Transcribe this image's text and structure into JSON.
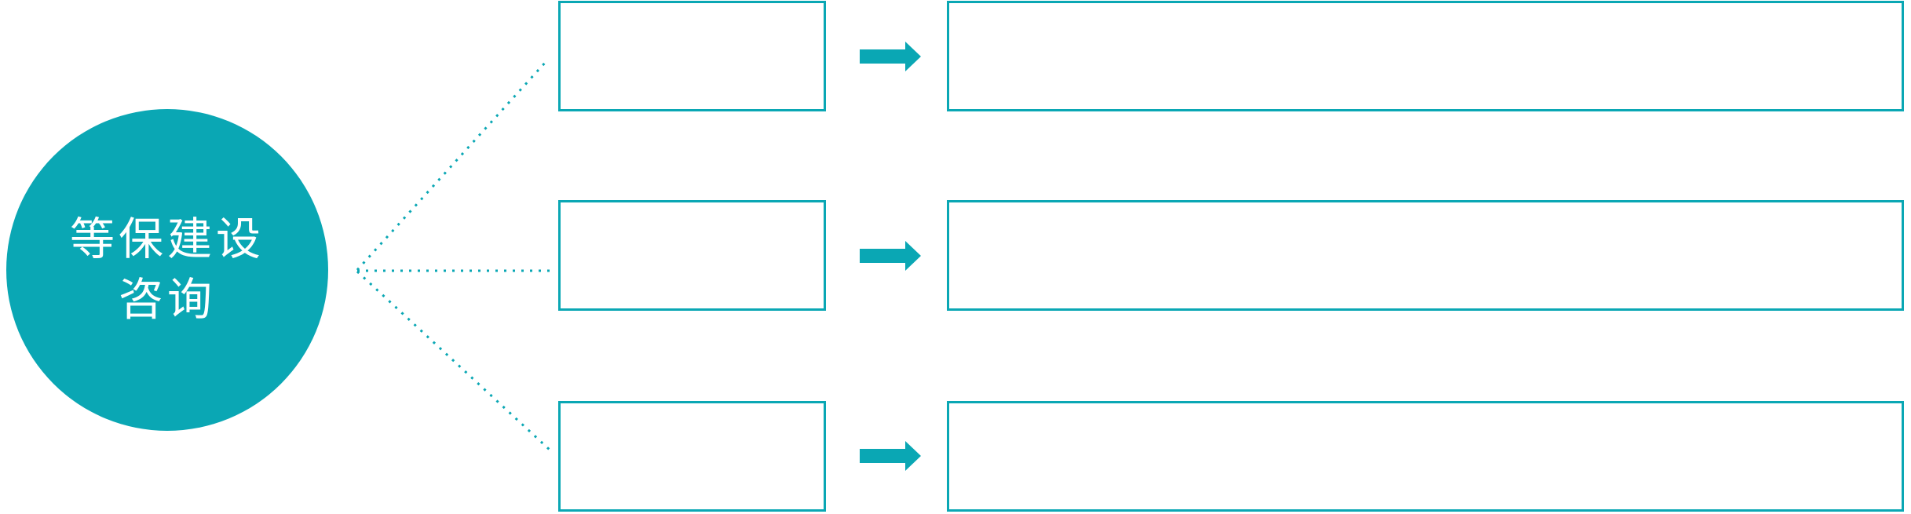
{
  "colors": {
    "accent": "#0AA7B4",
    "background": "#FFFFFF",
    "box_fill": "#FFFFFF",
    "hub_text": "#FFFFFF"
  },
  "hub": {
    "label_line1": "等保建设",
    "label_line2": "咨询"
  },
  "rows": [
    {
      "category_text": "",
      "description_text": ""
    },
    {
      "category_text": "",
      "description_text": ""
    },
    {
      "category_text": "",
      "description_text": ""
    }
  ],
  "icons": {
    "arrow": "right-block-arrow-icon",
    "connector": "dotted-connector-line"
  }
}
